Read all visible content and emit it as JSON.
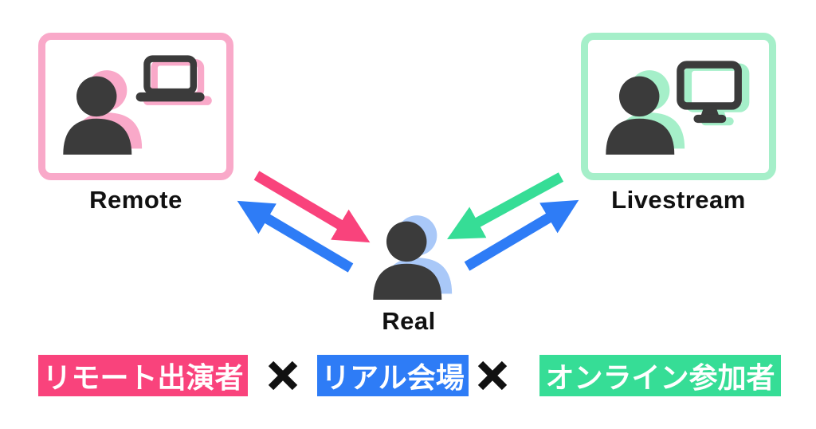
{
  "diagram": {
    "nodes": {
      "remote": {
        "label": "Remote",
        "icons": [
          "person-icon",
          "laptop-icon"
        ],
        "accent_color": "#F9A9C9"
      },
      "livestream": {
        "label": "Livestream",
        "icons": [
          "person-icon",
          "monitor-icon"
        ],
        "accent_color": "#A5EFC9"
      },
      "real": {
        "label": "Real",
        "icons": [
          "person-icon"
        ],
        "accent_color": "#A9C8F8"
      }
    },
    "arrows": [
      {
        "from": "Remote",
        "to": "Real",
        "color": "#F9437C"
      },
      {
        "from": "Real",
        "to": "Remote",
        "color": "#2E7CF6"
      },
      {
        "from": "Livestream",
        "to": "Real",
        "color": "#36DD96"
      },
      {
        "from": "Real",
        "to": "Livestream",
        "color": "#2E7CF6"
      }
    ],
    "banner": {
      "separator": "✕",
      "items": [
        {
          "label": "リモート出演者",
          "background": "#F9437C",
          "text_color": "#FFFFFF"
        },
        {
          "label": "リアル会場",
          "background": "#2E7CF6",
          "text_color": "#FFFFFF"
        },
        {
          "label": "オンライン参加者",
          "background": "#36DD96",
          "text_color": "#FFFFFF"
        }
      ]
    },
    "colors": {
      "icon_dark": "#3B3B3B",
      "label_text": "#111111",
      "background": "#FFFFFF",
      "pink": "#F9437C",
      "pink_light": "#F9A9C9",
      "blue": "#2E7CF6",
      "blue_light": "#A9C8F8",
      "green": "#36DD96",
      "green_light": "#A5EFC9"
    }
  }
}
